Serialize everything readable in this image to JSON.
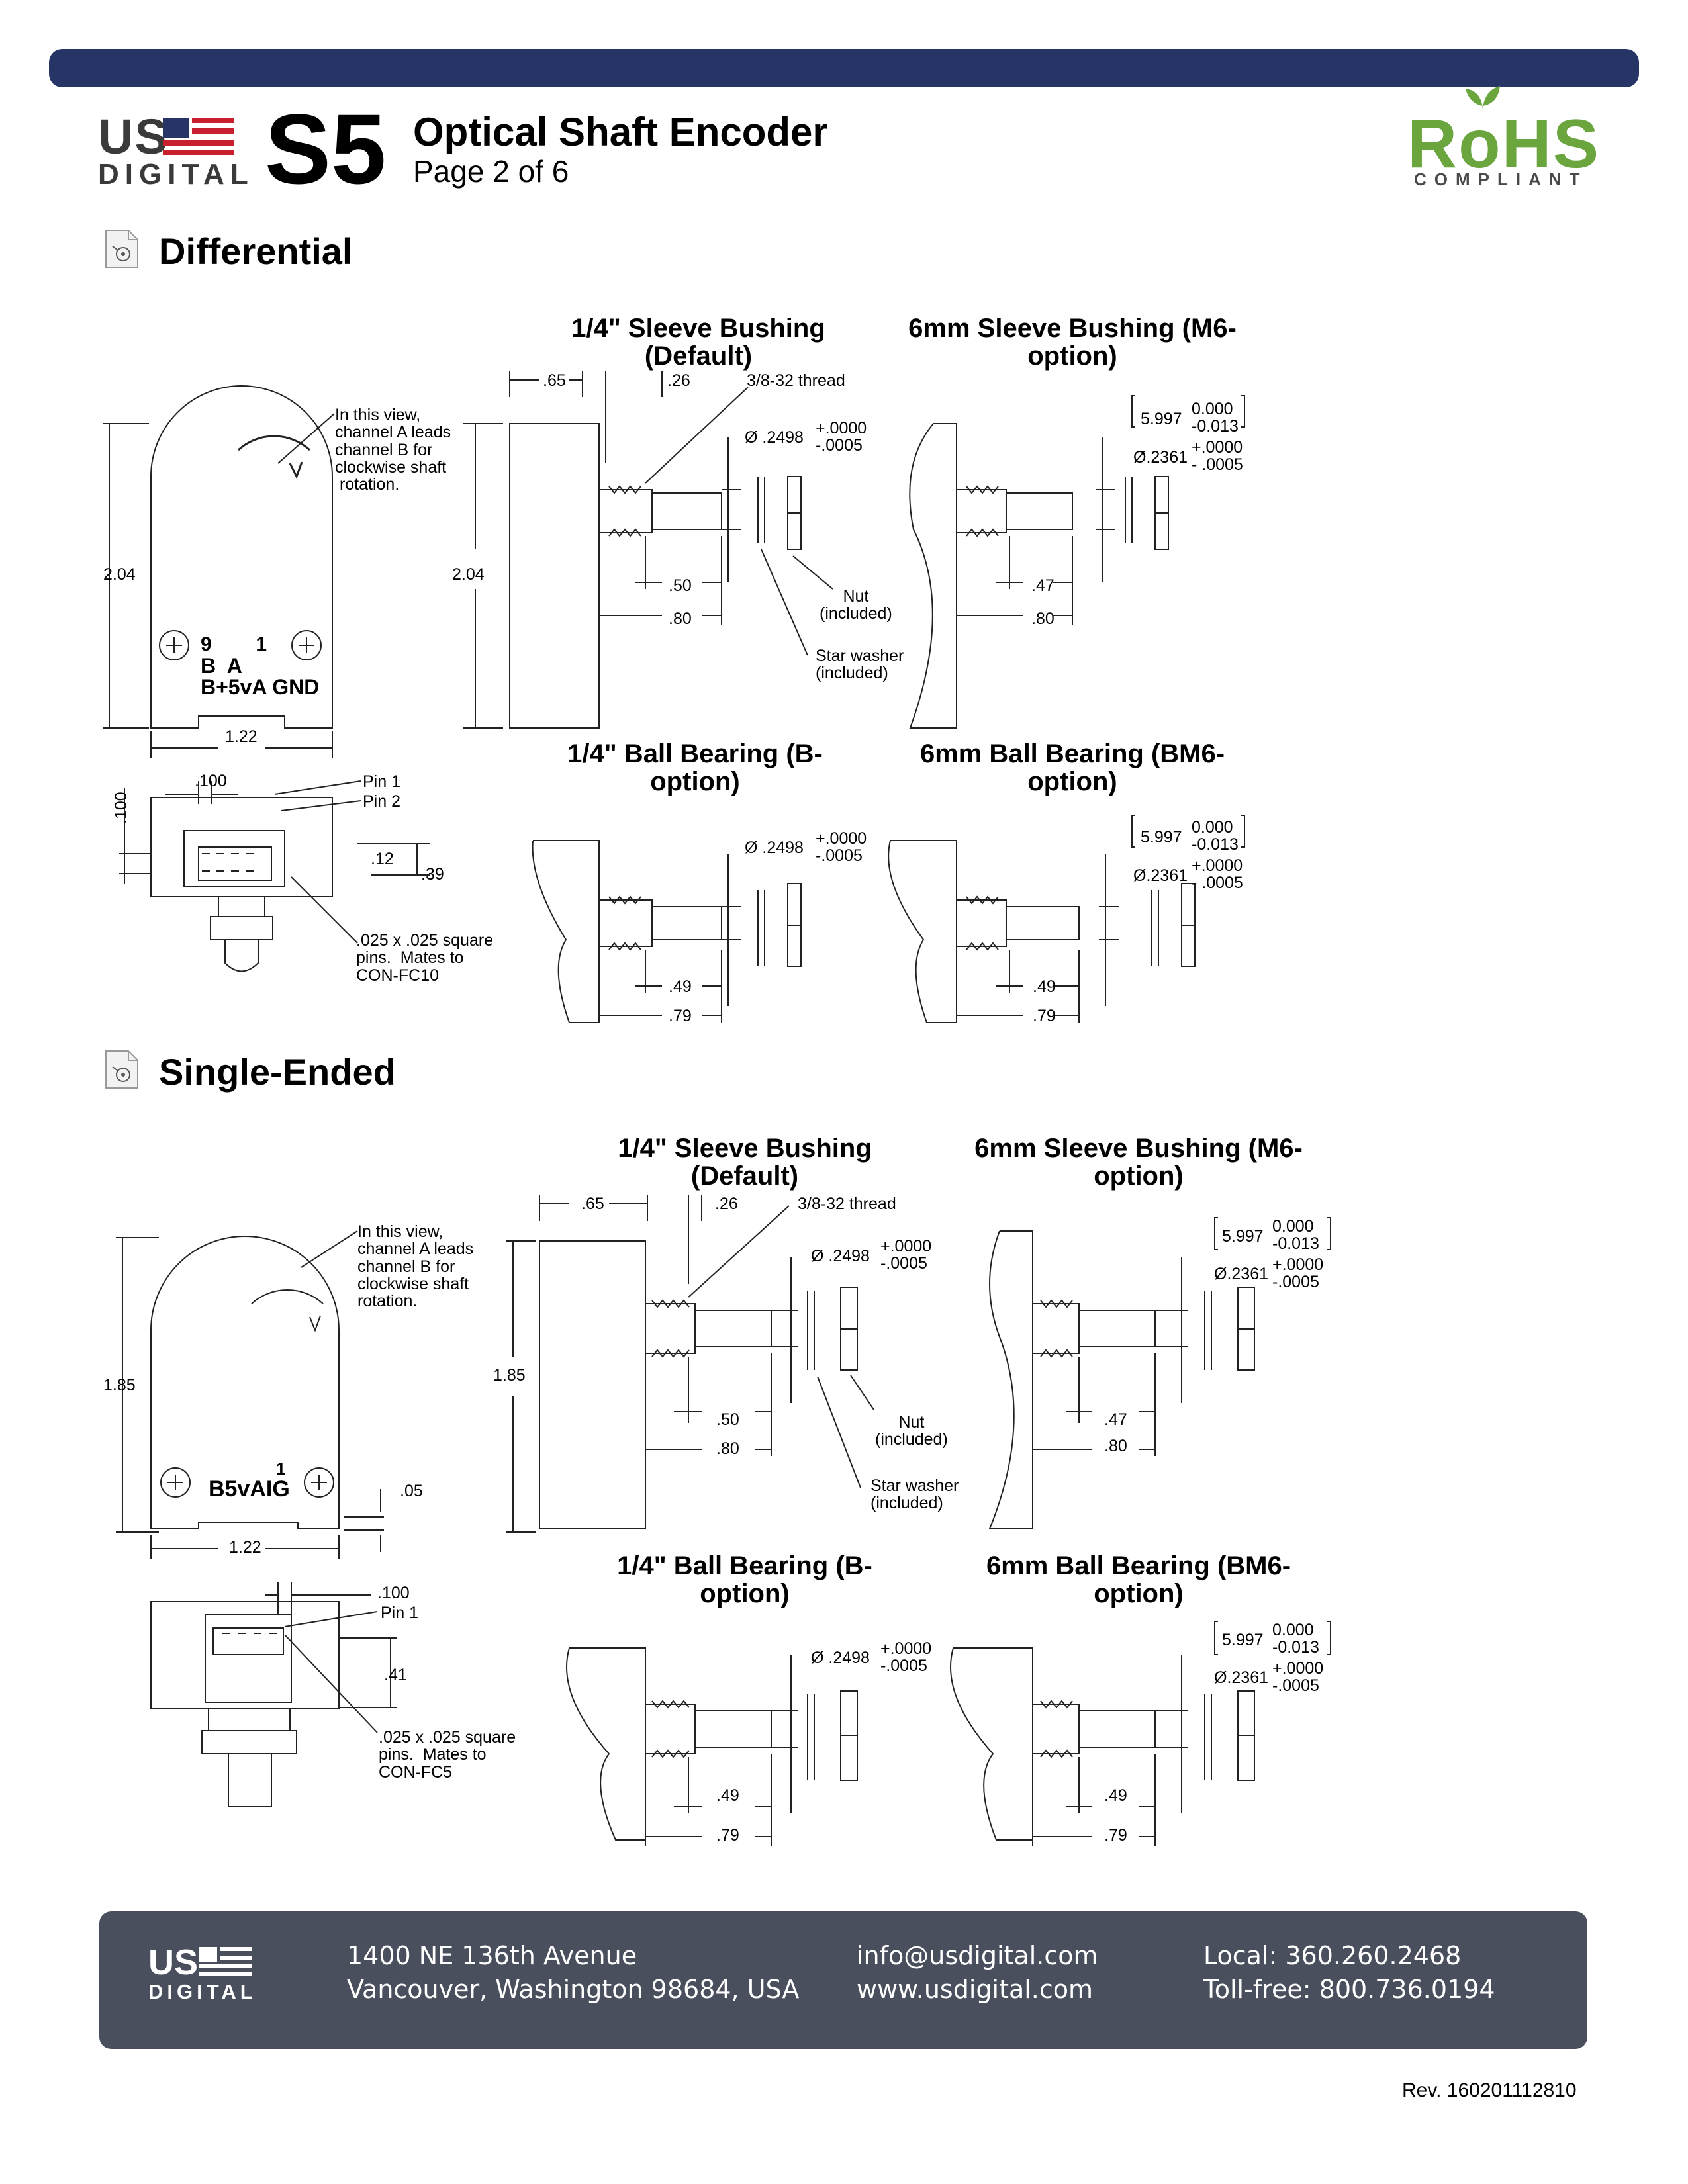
{
  "header": {
    "logo_us": "US",
    "logo_digital": "DIGITAL",
    "product_code": "S5",
    "title": "Optical Shaft Encoder",
    "page": "Page 2 of 6",
    "rohs": "RoHS",
    "rohs_sub": "COMPLIANT"
  },
  "sections": [
    {
      "title": "Differential",
      "headings": [
        "1/4\" Sleeve Bushing\n(Default)",
        "6mm Sleeve Bushing\n(M6-option)",
        "1/4\" Ball Bearing\n(B-option)",
        "6mm Ball Bearing\n(BM6-option)"
      ],
      "note": "In this view,\nchannel A leads\nchannel B for\nclockwise shaft\n rotation.",
      "height": "2.04",
      "width": "1.22",
      "pitch": ".100",
      "pin_height": ".100",
      "pin1": "Pin 1",
      "pin2": "Pin 2",
      "dim_12": ".12",
      "dim_39": ".39",
      "pins_note": ".025 x .025 square\npins.  Mates to\nCON-FC10",
      "pin_labels_top": "9        1",
      "pin_labels": "B  A\nB+5vA GND",
      "dim_65": ".65",
      "dim_26": ".26",
      "thread": "3/8-32 thread",
      "dia_1": "Ø .2498",
      "tol_1": "+.0000\n-.0005",
      "dim_50": ".50",
      "dim_80": ".80",
      "nut": "Nut\n(included)",
      "washer": "Star washer\n(included)",
      "mm_dim": "5.997",
      "mm_tol": "0.000\n-0.013",
      "dia_2": "Ø.2361",
      "tol_2": "+.0000\n- .0005",
      "dim_47": ".47",
      "dim_49": ".49",
      "dim_79": ".79"
    },
    {
      "title": "Single-Ended",
      "headings": [
        "1/4\" Sleeve Bushing\n(Default)",
        "6mm Sleeve Bushing\n(M6-option)",
        "1/4\" Ball Bearing\n(B-option)",
        "6mm Ball Bearing\n(BM6-option)"
      ],
      "note": "In this view,\nchannel A leads\nchannel B for\nclockwise shaft\nrotation.",
      "height": "1.85",
      "width": "1.22",
      "dim_05": ".05",
      "pitch": ".100",
      "pin1": "Pin 1",
      "dim_41": ".41",
      "pins_note": ".025 x .025 square\npins.  Mates to\nCON-FC5",
      "pin_labels": "B5vAIG",
      "pin_label_1": "1",
      "dim_65": ".65",
      "dim_26": ".26",
      "thread": "3/8-32 thread",
      "dia_1": "Ø .2498",
      "tol_1": "+.0000\n-.0005",
      "dim_50": ".50",
      "dim_80": ".80",
      "nut": "Nut\n(included)",
      "washer": "Star washer\n(included)",
      "mm_dim": "5.997",
      "mm_tol": "0.000\n-0.013",
      "dia_2": "Ø.2361",
      "tol_2": "+.0000\n-.0005",
      "dim_47": ".47",
      "dim_49": ".49",
      "dim_79": ".79"
    }
  ],
  "footer": {
    "logo_us": "US",
    "logo_digital": "DIGITAL",
    "address1": "1400 NE 136th Avenue",
    "address2": "Vancouver, Washington 98684, USA",
    "email": "info@usdigital.com",
    "web": "www.usdigital.com",
    "local": "Local: 360.260.2468",
    "tollfree": "Toll-free: 800.736.0194"
  },
  "revision": "Rev. 160201112810",
  "colors": {
    "bar": "#263466",
    "flag_red": "#c8202f",
    "flag_blue": "#263466",
    "rohs_green": "#6aa53d",
    "footer": "#4a4f5e"
  }
}
